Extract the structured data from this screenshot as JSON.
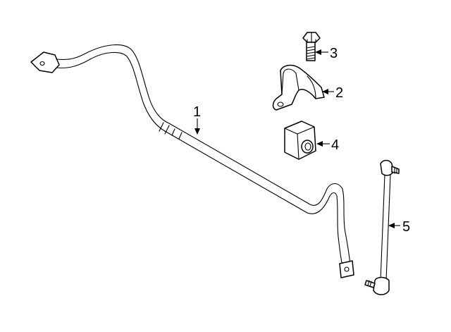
{
  "diagram": {
    "callouts": [
      {
        "id": "stabilizer-bar",
        "label": "1"
      },
      {
        "id": "bushing-bracket",
        "label": "2"
      },
      {
        "id": "bolt",
        "label": "3"
      },
      {
        "id": "bushing",
        "label": "4"
      },
      {
        "id": "stabilizer-link",
        "label": "5"
      }
    ]
  },
  "colors": {
    "line": "#000000",
    "background": "#ffffff"
  }
}
